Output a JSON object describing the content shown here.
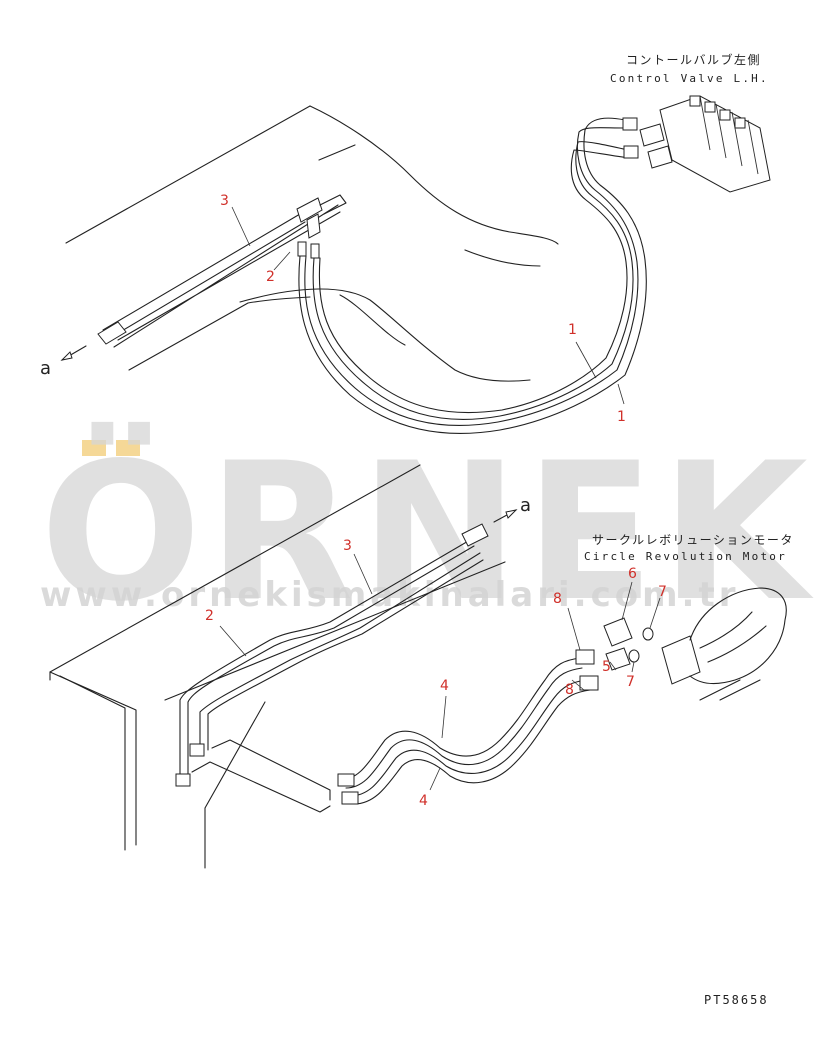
{
  "labels": {
    "top_valve_jp": "コントールバルブ左側",
    "top_valve_en": "Control Valve L.H.",
    "motor_jp": "サークルレボリューションモータ",
    "motor_en": "Circle Revolution Motor",
    "ref_a_top": "a",
    "ref_a_bottom": "a",
    "drawing_code": "PT58658"
  },
  "callouts": {
    "top": {
      "c3": "3",
      "c2": "2",
      "c1a": "1",
      "c1b": "1"
    },
    "bottom": {
      "c3": "3",
      "c2": "2",
      "c4a": "4",
      "c4b": "4",
      "c5": "5",
      "c6": "6",
      "c7a": "7",
      "c7b": "7",
      "c8a": "8",
      "c8b": "8"
    }
  },
  "watermark": {
    "brand": "ÖRNEK",
    "url": "www.ornekismakinalari.com.tr"
  },
  "colors": {
    "callout": "#d0302a",
    "watermark": "#d6d6d6",
    "watermark_accent": "#f4d48c"
  }
}
